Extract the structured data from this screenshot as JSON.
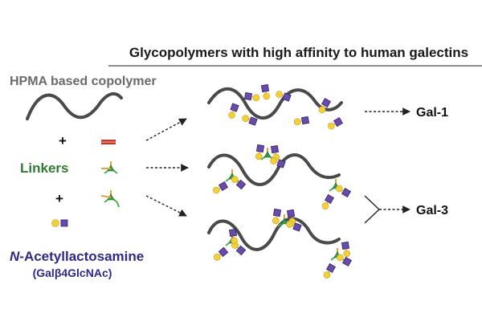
{
  "header": {
    "title": "Glycopolymers with high affinity to human galectins"
  },
  "left": {
    "polymer_label": "HPMA based copolymer",
    "plus_sign": "+",
    "linkers_label": "Linkers",
    "sugar_name": "N-Acetyllactosamine",
    "sugar_name_italic": "N",
    "sugar_name_rest": "-Acetyllactosamine",
    "sugar_formula": "(Galβ4GlcNAc)"
  },
  "right": {
    "targets": [
      "Gal-1",
      "Gal-3"
    ]
  },
  "colors": {
    "polymer": "#4a4a4a",
    "title_gray": "#6a6a6a",
    "linkers_green": "#2e7d32",
    "sugar_blue": "#2b2a8c",
    "galactose": "#f3cf3a",
    "glcnac": "#6a4ca8",
    "linker_red": "#c0392b",
    "linker_core": "#2e9d49"
  },
  "icons": [
    "wavy-polymer",
    "galactose-circle",
    "glcnac-square",
    "linear-linker",
    "trivalent-linker",
    "dashed-arrow",
    "merge-arrow"
  ]
}
